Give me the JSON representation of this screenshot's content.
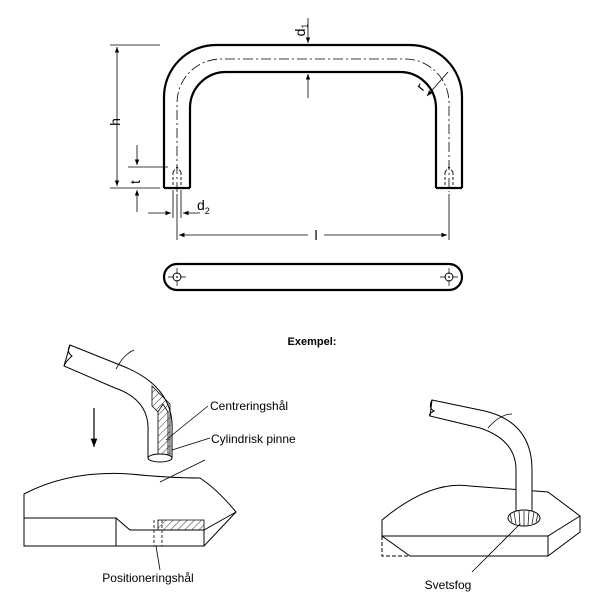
{
  "dimensions": {
    "d1": "d",
    "d1_sub": "1",
    "d2": "d",
    "d2_sub": "2",
    "h": "h",
    "t": "t",
    "l": "l",
    "r": "r"
  },
  "example": {
    "heading": "Exempel:",
    "labels": {
      "centering_hole": "Centreringshål",
      "cylindrical_pin": "Cylindrisk pinne",
      "positioning_hole": "Positioneringshål",
      "weld_joint": "Svetsfog"
    }
  },
  "colors": {
    "line": "#000000",
    "background": "#ffffff"
  }
}
